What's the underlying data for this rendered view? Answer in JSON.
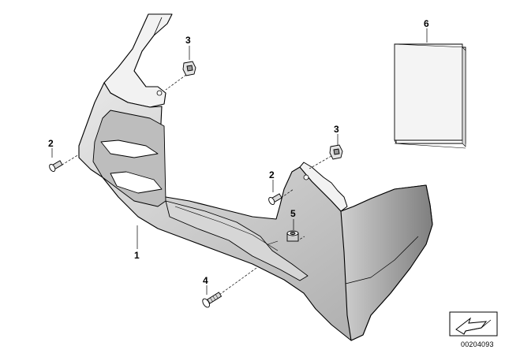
{
  "diagram": {
    "title": "",
    "callouts": {
      "part1": "1",
      "part2_left": "2",
      "part2_right": "2",
      "part3_top": "3",
      "part3_right": "3",
      "part4": "4",
      "part5": "5",
      "part6": "6"
    },
    "diagram_id": "00204093",
    "colors": {
      "line": "#000000",
      "part_fill": "#ffffff",
      "shade_light": "#d9d9d9",
      "shade_dark": "#9a9a9a",
      "background": "#ffffff"
    },
    "icons": [
      "screw-icon",
      "speed-nut-icon",
      "bushing-icon",
      "manual-booklet-icon",
      "arrow-symbol-icon"
    ]
  }
}
